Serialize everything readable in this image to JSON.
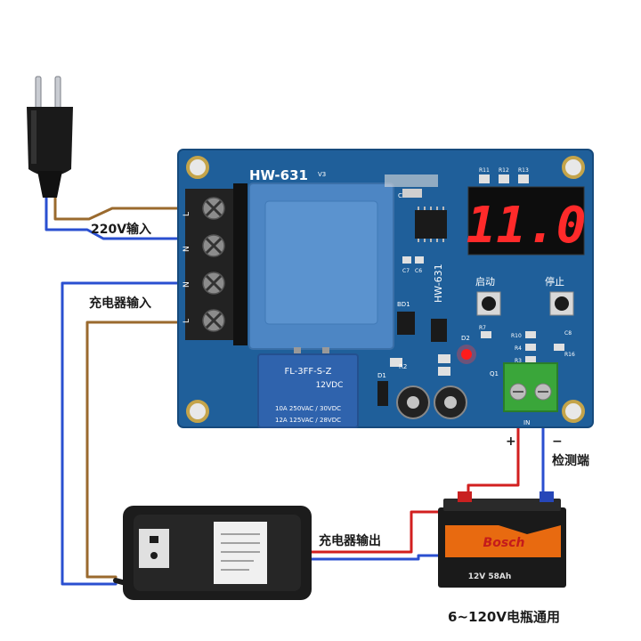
{
  "board": {
    "model": "HW-631",
    "version": "V3",
    "side_model": "HW-631",
    "terminal_labels": [
      "L",
      "N",
      "N",
      "L"
    ],
    "capacitor_label": "C5",
    "bd1_label": "BD1",
    "r2_label": "R2",
    "d1_label": "D1",
    "d2_label": "D2",
    "q1_label": "Q1",
    "c7_label": "C7",
    "c6_label": "C6",
    "c8_label": "C8",
    "resistor_labels": [
      "R11",
      "R12",
      "R13",
      "R10",
      "R4",
      "R3",
      "R16",
      "R7"
    ],
    "in_label": "IN"
  },
  "display": {
    "reading": "11.0"
  },
  "buttons": {
    "start": "启动",
    "stop": "停止"
  },
  "relay": {
    "model": "FL-3FF-S-Z",
    "coil": "12VDC",
    "rating1": "10A  250VAC / 30VDC",
    "rating2": "12A  125VAC / 28VDC"
  },
  "labels": {
    "input_220v": "220V输入",
    "charger_input": "充电器输入",
    "charger_output": "充电器输出",
    "detect_terminal": "检测端",
    "plus": "+",
    "minus": "−",
    "battery_range": "6~120V电瓶通用"
  },
  "battery": {
    "brand": "Bosch",
    "rating": "12V 58Ah"
  },
  "colors": {
    "pcb": "#1f5f9a",
    "pcb_edge": "#164a7c",
    "transformer": "#4d86c4",
    "relay": "#2f63ad",
    "display_digit": "#ff2a2a",
    "terminal_green": "#3aa63a",
    "wire_red": "#d21f1f",
    "wire_blue": "#2a4fd0",
    "wire_brown": "#9a6a2e",
    "charger_body": "#1c1c1c",
    "battery_body": "#1a1a1a",
    "battery_label": "#e86a10"
  }
}
